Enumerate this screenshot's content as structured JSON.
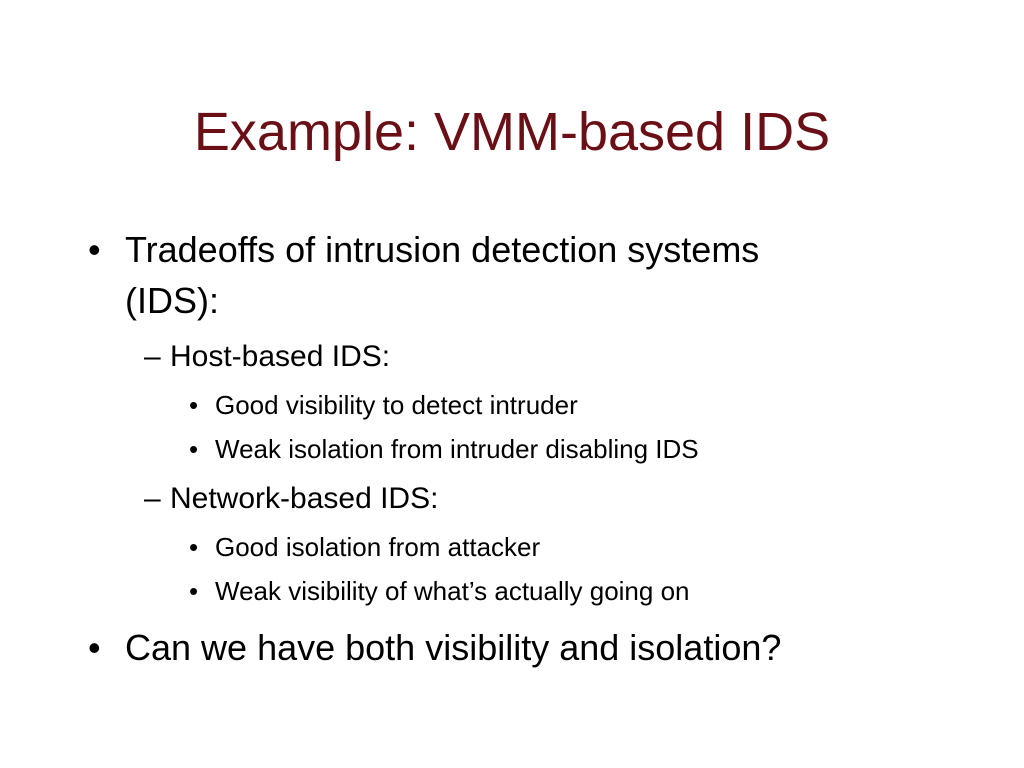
{
  "slide": {
    "title": "Example: VMM-based IDS",
    "title_color": "#6b0f17",
    "bullets": {
      "b1_line1": "Tradeoffs of intrusion detection systems",
      "b1_line2": "(IDS):",
      "b1_sub1": "Host-based IDS:",
      "b1_sub1_item1": "Good visibility to detect intruder",
      "b1_sub1_item2": "Weak isolation from intruder disabling IDS",
      "b1_sub2": "Network-based IDS:",
      "b1_sub2_item1": "Good isolation from attacker",
      "b1_sub2_item2": "Weak visibility of what’s actually going on",
      "b2": "Can we have both visibility and isolation?"
    },
    "markers": {
      "level1": "•",
      "level2": "–",
      "level3": "•"
    }
  }
}
